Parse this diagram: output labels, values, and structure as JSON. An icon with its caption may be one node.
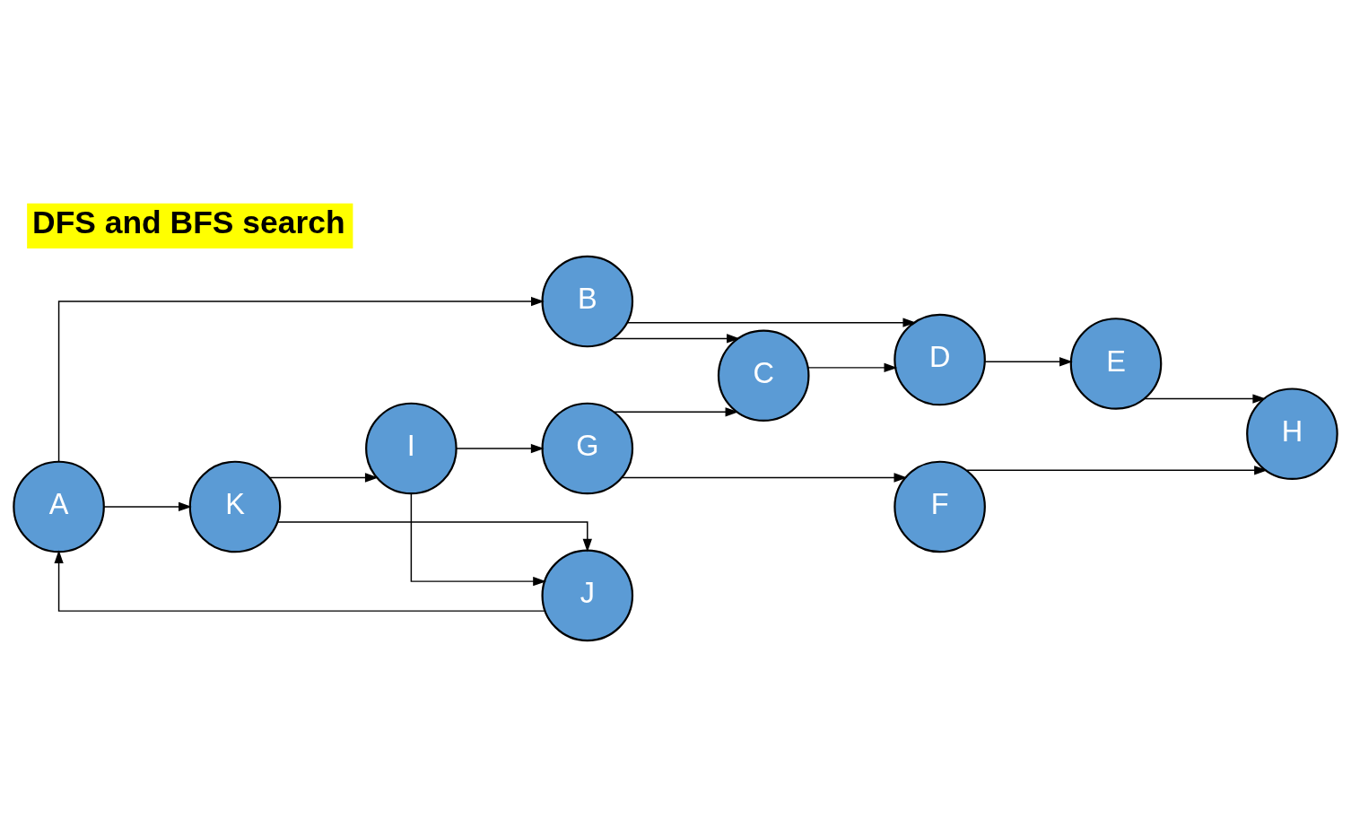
{
  "diagram": {
    "title": "DFS and BFS search",
    "nodes": [
      {
        "text": [
          "A"
        ]
      },
      {
        "text": [
          "B"
        ]
      },
      {
        "text": [
          "C"
        ]
      },
      {
        "text": [
          "D"
        ]
      },
      {
        "text": [
          "E"
        ]
      },
      {
        "text": [
          "F"
        ]
      },
      {
        "text": [
          "G"
        ]
      },
      {
        "text": [
          "H"
        ]
      },
      {
        "text": [
          "I"
        ]
      },
      {
        "text": [
          "J"
        ]
      },
      {
        "text": [
          "K"
        ]
      }
    ],
    "edges": [
      {
        "from": 0,
        "to": 1,
        "arrow": "to"
      },
      {
        "from": 1,
        "to": 3,
        "arrow": "to"
      },
      {
        "from": 1,
        "to": 2,
        "arrow": "to"
      },
      {
        "from": 2,
        "to": 3,
        "arrow": "to"
      },
      {
        "from": 3,
        "to": 4,
        "arrow": "to"
      },
      {
        "from": 0,
        "to": 10,
        "arrow": "to"
      },
      {
        "from": 9,
        "to": 0,
        "arrow": "to"
      },
      {
        "from": 10,
        "to": 9,
        "arrow": "to"
      },
      {
        "from": 10,
        "to": 8,
        "arrow": "to"
      },
      {
        "from": 8,
        "to": 9,
        "arrow": "to"
      },
      {
        "from": 8,
        "to": 6,
        "arrow": "to"
      },
      {
        "from": 6,
        "to": 2,
        "arrow": "to"
      },
      {
        "from": 6,
        "to": 5,
        "arrow": "to"
      },
      {
        "from": 4,
        "to": 7,
        "arrow": "to"
      },
      {
        "from": 5,
        "to": 7,
        "arrow": "to"
      }
    ]
  }
}
